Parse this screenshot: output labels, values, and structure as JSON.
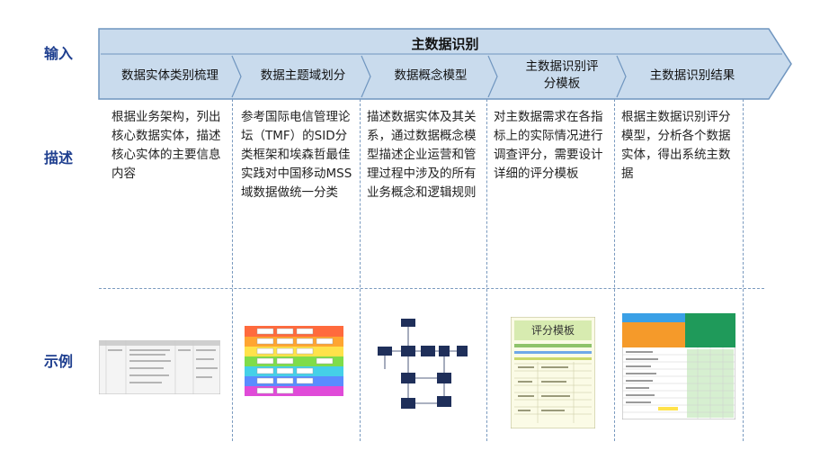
{
  "row_labels": {
    "input": "输入",
    "describe": "描述",
    "example": "示例"
  },
  "banner_title": "主数据识别",
  "stages": [
    {
      "label": "数据实体类别梳理",
      "desc": "根据业务架构，列出核心数据实体，描述核心实体的主要信息内容"
    },
    {
      "label": "数据主题域划分",
      "desc": "参考国际电信管理论坛（TMF）的SID分类框架和埃森哲最佳实践对中国移动MSS域数据做统一分类"
    },
    {
      "label": "数据概念模型",
      "desc": "描述数据实体及其关系，通过数据概念模型描述企业运营和管理过程中涉及的所有业务概念和逻辑规则"
    },
    {
      "label": "主数据识别评分模板",
      "desc": "对主数据需求在各指标上的实际情况进行调查评分，需要设计详细的评分模板"
    },
    {
      "label": "主数据识别结果",
      "desc": "根据主数据识别评分模型，分析各个数据实体，得出系统主数据"
    }
  ],
  "examples": {
    "scoring_template_title": "评分模板"
  },
  "colors": {
    "banner_fill": "#c9dbed",
    "banner_border": "#6f95bf",
    "label_blue": "#1f3f8f",
    "separator": "#7a9abf"
  }
}
